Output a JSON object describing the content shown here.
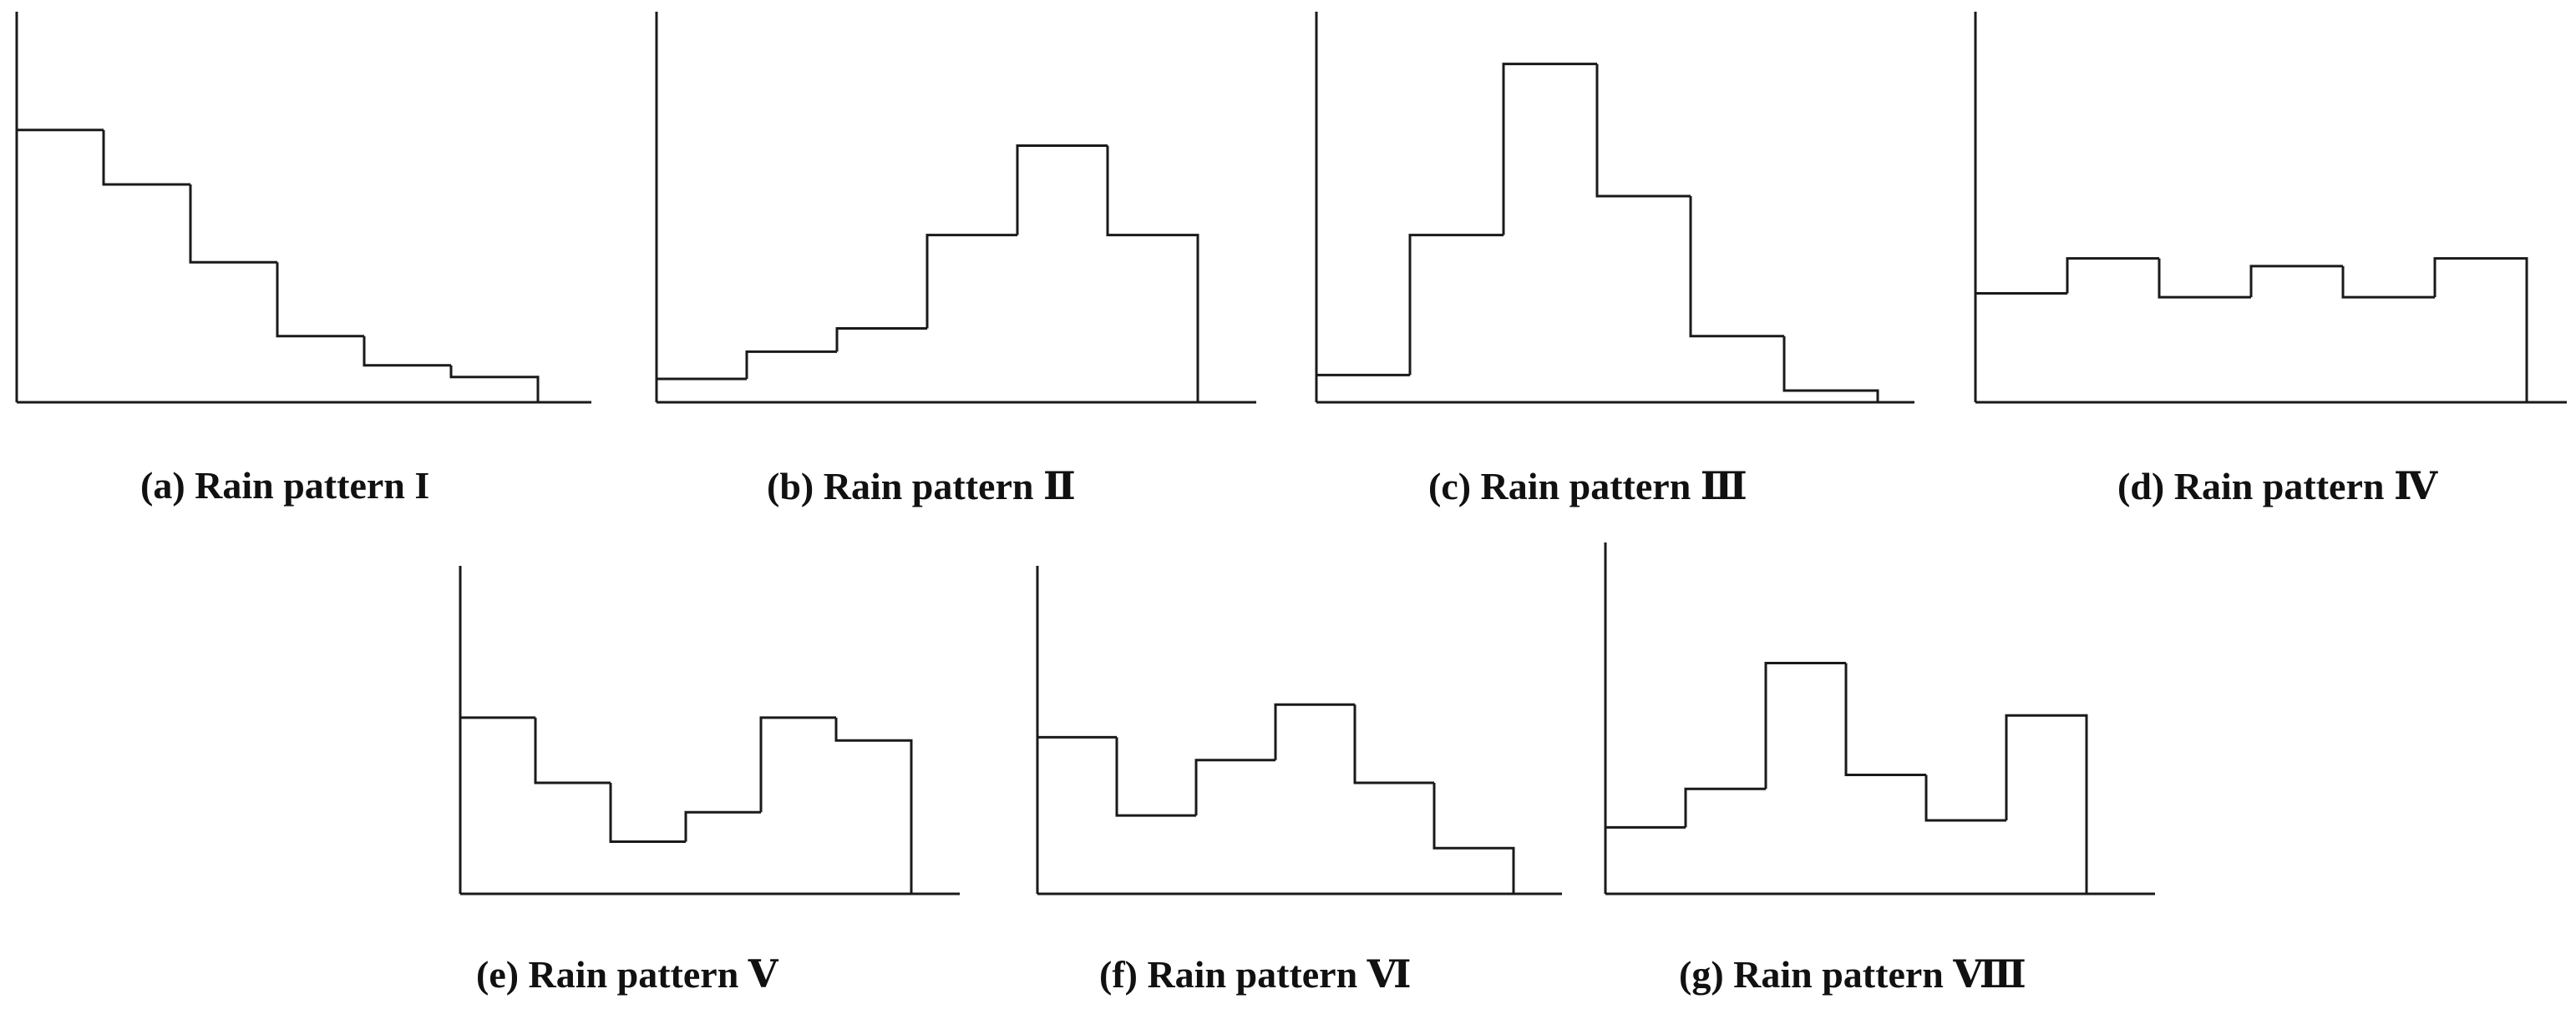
{
  "chart_data": [
    {
      "type": "bar",
      "caption": "(a) Rain pattern I",
      "values": [
        0.7,
        0.56,
        0.36,
        0.17,
        0.095,
        0.065
      ],
      "ylim": [
        0,
        1
      ],
      "axes": "left-bottom",
      "grid": false
    },
    {
      "type": "bar",
      "caption": "(b) Rain pattern  Ⅱ",
      "values": [
        0.06,
        0.13,
        0.19,
        0.43,
        0.66,
        0.43
      ],
      "ylim": [
        0,
        1
      ],
      "axes": "left-bottom",
      "grid": false
    },
    {
      "type": "bar",
      "caption": "(c) Rain pattern  Ⅲ",
      "values": [
        0.07,
        0.43,
        0.87,
        0.53,
        0.17,
        0.03
      ],
      "ylim": [
        0,
        1
      ],
      "axes": "left-bottom",
      "grid": false
    },
    {
      "type": "bar",
      "caption": "(d) Rain pattern  Ⅳ",
      "values": [
        0.28,
        0.37,
        0.27,
        0.35,
        0.27,
        0.37
      ],
      "ylim": [
        0,
        1
      ],
      "axes": "left-bottom",
      "grid": false
    },
    {
      "type": "bar",
      "caption": "(e) Rain pattern  Ⅴ",
      "values": [
        0.54,
        0.34,
        0.16,
        0.25,
        0.54,
        0.47
      ],
      "ylim": [
        0,
        1
      ],
      "axes": "left-bottom",
      "grid": false
    },
    {
      "type": "bar",
      "caption": "(f) Rain pattern  Ⅵ",
      "values": [
        0.48,
        0.24,
        0.41,
        0.58,
        0.34,
        0.14
      ],
      "ylim": [
        0,
        1
      ],
      "axes": "left-bottom",
      "grid": false
    },
    {
      "type": "bar",
      "caption": "(g) Rain pattern  Ⅷ",
      "values": [
        0.19,
        0.3,
        0.66,
        0.34,
        0.21,
        0.51
      ],
      "ylim": [
        0,
        1
      ],
      "axes": "left-bottom",
      "grid": false
    }
  ]
}
